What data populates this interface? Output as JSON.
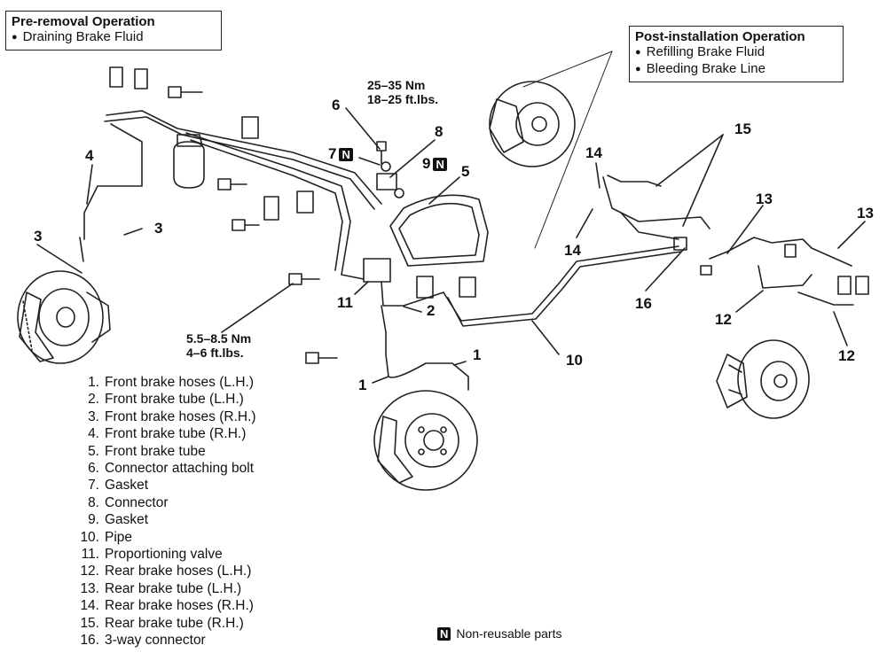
{
  "pre_removal": {
    "title": "Pre-removal Operation",
    "items": [
      "Draining Brake Fluid"
    ]
  },
  "post_installation": {
    "title": "Post-installation Operation",
    "items": [
      "Refilling Brake Fluid",
      "Bleeding Brake Line"
    ]
  },
  "torques": {
    "connector_bolt": [
      "25–35 Nm",
      "18–25 ft.lbs."
    ],
    "proportioning": [
      "5.5–8.5 Nm",
      "4–6 ft.lbs."
    ]
  },
  "callouts": [
    "1",
    "1",
    "2",
    "3",
    "3",
    "4",
    "5",
    "6",
    "7",
    "8",
    "9",
    "10",
    "11",
    "12",
    "12",
    "13",
    "13",
    "14",
    "14",
    "15",
    "16"
  ],
  "badge": "N",
  "legend": [
    {
      "num": "1.",
      "label": "Front brake hoses (L.H.)"
    },
    {
      "num": "2.",
      "label": "Front brake tube (L.H.)"
    },
    {
      "num": "3.",
      "label": "Front brake hoses (R.H.)"
    },
    {
      "num": "4.",
      "label": "Front brake tube (R.H.)"
    },
    {
      "num": "5.",
      "label": "Front brake tube"
    },
    {
      "num": "6.",
      "label": "Connector attaching bolt"
    },
    {
      "num": "7.",
      "label": "Gasket"
    },
    {
      "num": "8.",
      "label": "Connector"
    },
    {
      "num": "9.",
      "label": "Gasket"
    },
    {
      "num": "10.",
      "label": "Pipe"
    },
    {
      "num": "11.",
      "label": "Proportioning valve"
    },
    {
      "num": "12.",
      "label": "Rear brake hoses (L.H.)"
    },
    {
      "num": "13.",
      "label": "Rear brake tube (L.H.)"
    },
    {
      "num": "14.",
      "label": "Rear brake hoses (R.H.)"
    },
    {
      "num": "15.",
      "label": "Rear brake tube (R.H.)"
    },
    {
      "num": "16.",
      "label": "3-way connector"
    }
  ],
  "footnote": "Non-reusable parts"
}
